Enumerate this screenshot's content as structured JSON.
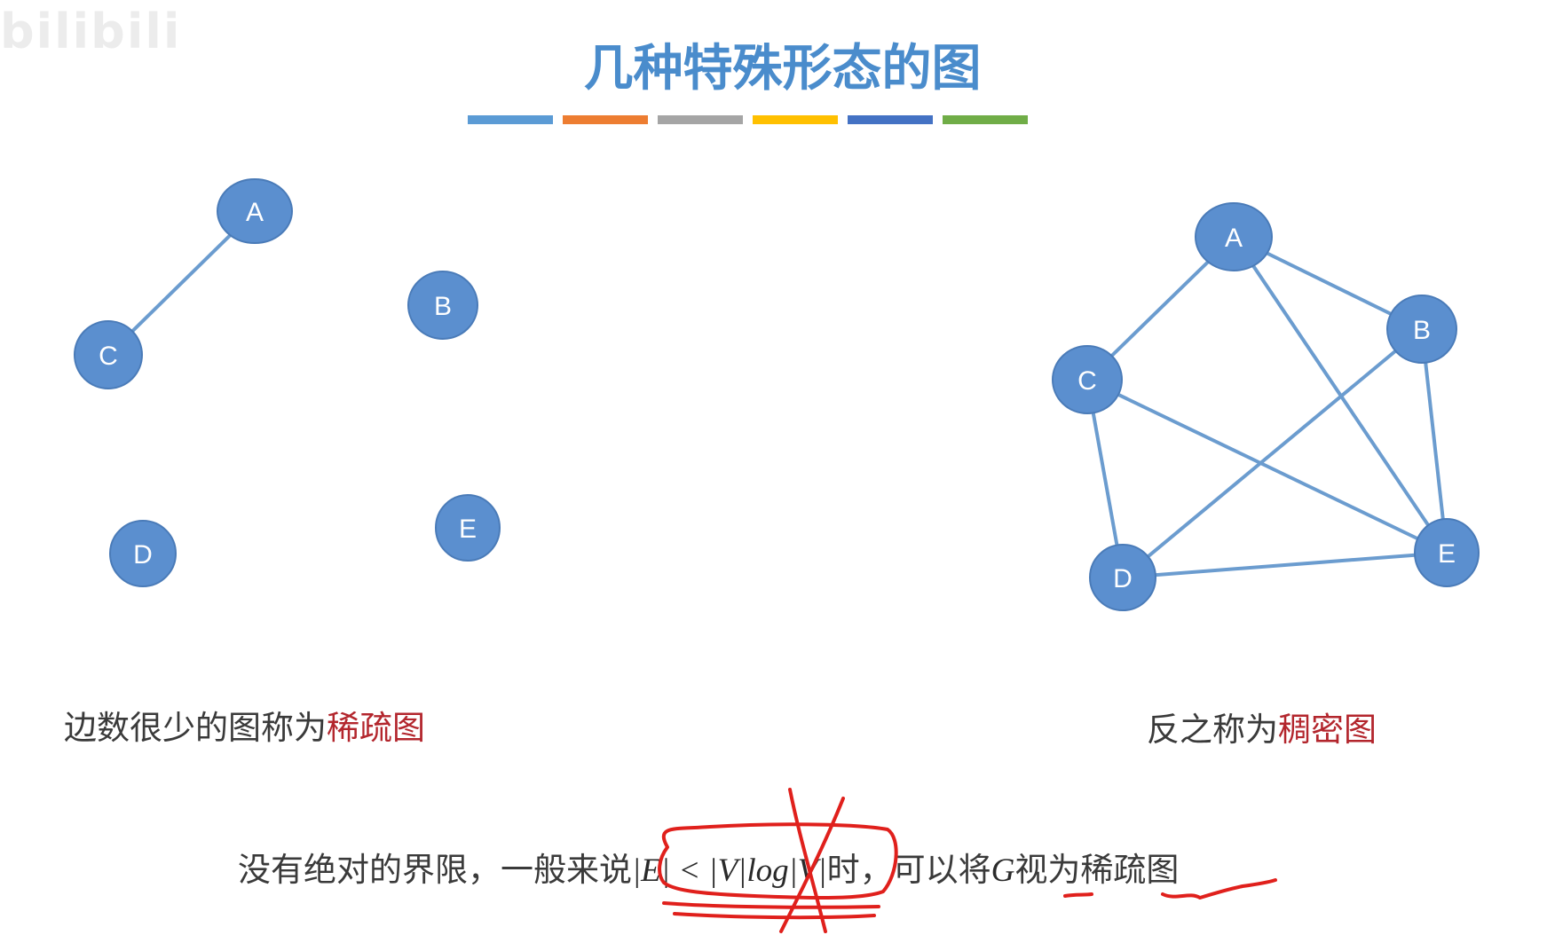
{
  "watermark": "bilibili",
  "title": "几种特殊形态的图",
  "stripe_colors": [
    "#5b9bd5",
    "#ed7d31",
    "#a5a5a5",
    "#ffc000",
    "#4472c4",
    "#70ad47"
  ],
  "node_color": "#5b8fcf",
  "node_stroke": "#4a7bb8",
  "edge_color": "#6b9ccf",
  "sparse_graph": {
    "nodes": [
      {
        "id": "A",
        "label": "A"
      },
      {
        "id": "B",
        "label": "B"
      },
      {
        "id": "C",
        "label": "C"
      },
      {
        "id": "D",
        "label": "D"
      },
      {
        "id": "E",
        "label": "E"
      }
    ],
    "edges": [
      [
        "A",
        "C"
      ]
    ]
  },
  "dense_graph": {
    "nodes": [
      {
        "id": "A",
        "label": "A"
      },
      {
        "id": "B",
        "label": "B"
      },
      {
        "id": "C",
        "label": "C"
      },
      {
        "id": "D",
        "label": "D"
      },
      {
        "id": "E",
        "label": "E"
      }
    ],
    "edges": [
      [
        "A",
        "B"
      ],
      [
        "A",
        "C"
      ],
      [
        "A",
        "E"
      ],
      [
        "B",
        "D"
      ],
      [
        "B",
        "E"
      ],
      [
        "C",
        "D"
      ],
      [
        "C",
        "E"
      ],
      [
        "D",
        "E"
      ]
    ]
  },
  "captions": {
    "sparse_prefix": "边数很少的图称为",
    "sparse_highlight": "稀疏图",
    "dense_prefix": "反之称为",
    "dense_highlight": "稠密图"
  },
  "note": {
    "prefix": "没有绝对的界限，一般来说",
    "formula": "|E| < |V|log|V|",
    "middle": "时，可以将",
    "graph_symbol": "G",
    "suffix": "视为稀疏图"
  },
  "highlight_color": "#b3262d",
  "annotation_color": "#e0201c"
}
